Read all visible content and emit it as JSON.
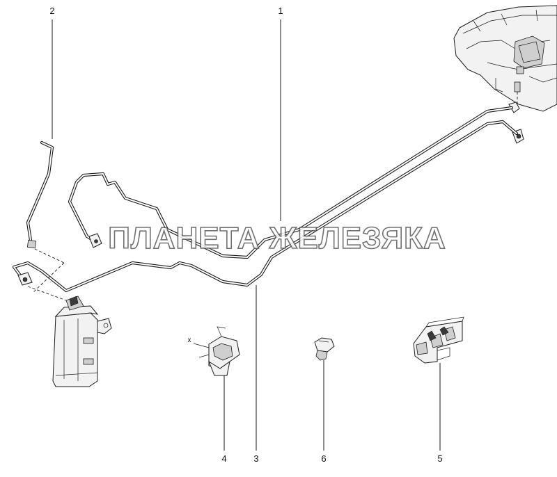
{
  "callouts": [
    {
      "id": "callout-1",
      "label": "1"
    },
    {
      "id": "callout-2",
      "label": "2"
    },
    {
      "id": "callout-3",
      "label": "3"
    },
    {
      "id": "callout-4",
      "label": "4"
    },
    {
      "id": "callout-5",
      "label": "5"
    },
    {
      "id": "callout-6",
      "label": "6"
    }
  ],
  "dimension_label": "x",
  "watermark": "ПЛАНЕТА ЖЕЛЕЗЯКА"
}
